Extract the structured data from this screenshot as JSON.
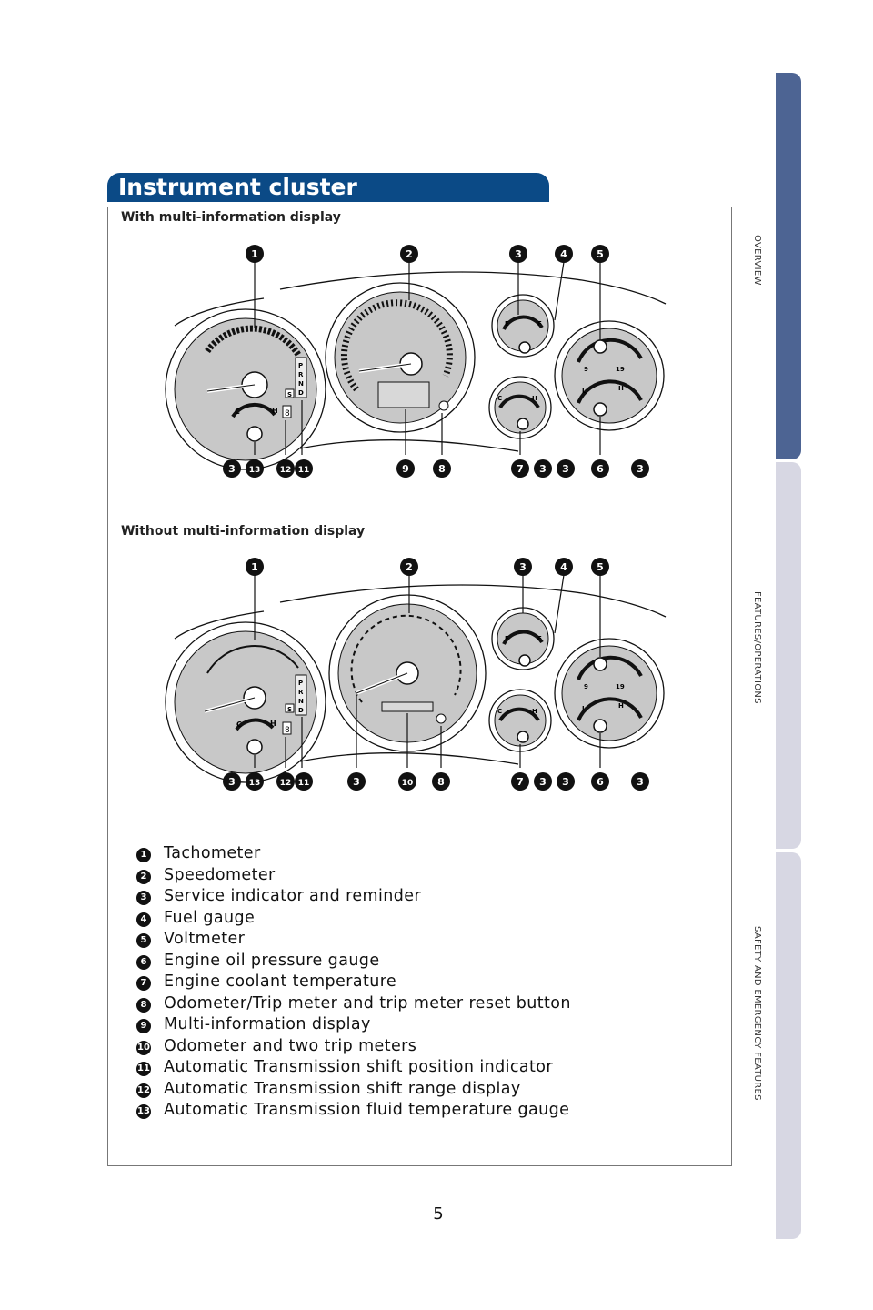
{
  "side_tabs": [
    "OVERVIEW",
    "FEATURES/OPERATIONS",
    "SAFETY AND EMERGENCY FEATURES"
  ],
  "header": {
    "title": "Instrument cluster"
  },
  "sections": {
    "with_mid": "With multi-information display",
    "without_mid": "Without multi-information display"
  },
  "gauge_labels": {
    "empty": "E",
    "full": "F",
    "cold": "C",
    "hot": "H",
    "low": "L",
    "volt_low": "9",
    "volt_high": "19",
    "gear": "8",
    "shift": [
      "P",
      "R",
      "N",
      "D"
    ],
    "range": "S"
  },
  "callouts": {
    "top_row_a": [
      "1",
      "2",
      "3",
      "4",
      "5"
    ],
    "bottom_row_a": [
      "3",
      "13",
      "12",
      "11",
      "9",
      "8",
      "7",
      "3",
      "3",
      "6",
      "3"
    ],
    "top_row_b": [
      "1",
      "2",
      "3",
      "4",
      "5"
    ],
    "bottom_row_b": [
      "3",
      "13",
      "12",
      "11",
      "3",
      "10",
      "8",
      "7",
      "3",
      "3",
      "6",
      "3"
    ]
  },
  "legend": [
    {
      "num": "1",
      "label": "Tachometer"
    },
    {
      "num": "2",
      "label": "Speedometer"
    },
    {
      "num": "3",
      "label": "Service indicator and reminder"
    },
    {
      "num": "4",
      "label": "Fuel gauge"
    },
    {
      "num": "5",
      "label": "Voltmeter"
    },
    {
      "num": "6",
      "label": "Engine oil pressure gauge"
    },
    {
      "num": "7",
      "label": "Engine coolant temperature"
    },
    {
      "num": "8",
      "label": "Odometer/Trip meter and trip meter reset button"
    },
    {
      "num": "9",
      "label": "Multi-information display"
    },
    {
      "num": "10",
      "label": "Odometer and two trip meters"
    },
    {
      "num": "11",
      "label": "Automatic Transmission shift position indicator"
    },
    {
      "num": "12",
      "label": "Automatic Transmission shift range display"
    },
    {
      "num": "13",
      "label": "Automatic Transmission fluid temperature gauge"
    }
  ],
  "page_number": "5"
}
